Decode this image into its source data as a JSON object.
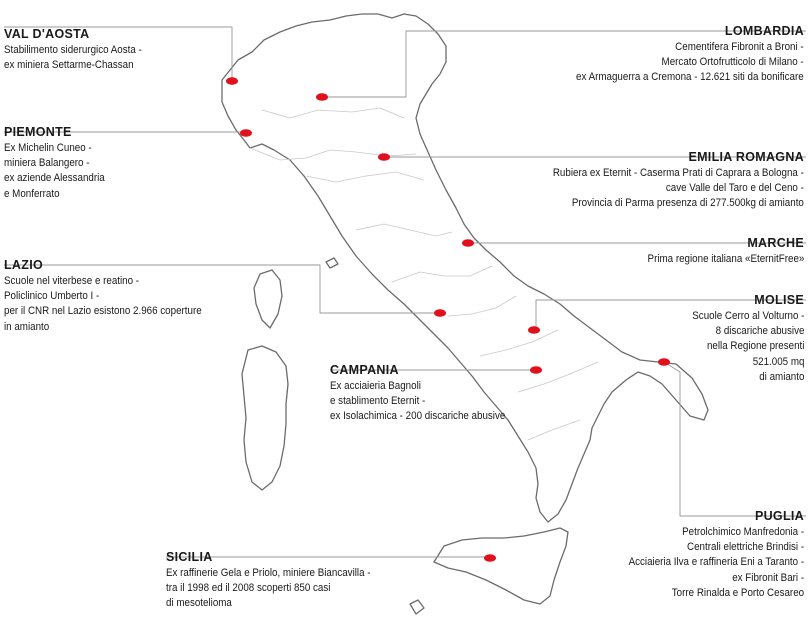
{
  "colors": {
    "marker": "#e0101d",
    "outline": "#6b6b6b",
    "leader": "#9a9a9a",
    "text": "#1a1a1a"
  },
  "icons": {
    "marker": "red-dot-marker"
  },
  "regions": {
    "valdaosta": {
      "name": "VAL D'AOSTA",
      "lines": [
        "Stabilimento siderurgico Aosta -",
        "ex miniera Settarme-Chassan"
      ]
    },
    "piemonte": {
      "name": "PIEMONTE",
      "lines": [
        "Ex Michelin Cuneo -",
        "miniera Balangero -",
        "ex aziende Alessandria",
        "e Monferrato"
      ]
    },
    "lazio": {
      "name": "LAZIO",
      "lines": [
        "Scuole nel viterbese e reatino -",
        "Policlinico Umberto I -",
        "per il CNR nel Lazio esistono 2.966 coperture",
        "in amianto"
      ]
    },
    "campania": {
      "name": "CAMPANIA",
      "lines": [
        "Ex acciaieria Bagnoli",
        "e stablimento Eternit -",
        "ex Isolachimica - 200 discariche abusive"
      ]
    },
    "sicilia": {
      "name": "SICILIA",
      "lines": [
        "Ex raffinerie Gela e Priolo, miniere Biancavilla -",
        "tra il 1998 ed il 2008 scoperti 850 casi",
        "di mesotelioma"
      ]
    },
    "lombardia": {
      "name": "LOMBARDIA",
      "lines": [
        "Cementifera Fibronit a Broni -",
        "Mercato Ortofrutticolo di Milano -",
        "ex Armaguerra a Cremona - 12.621 siti da bonificare"
      ]
    },
    "emilia": {
      "name": "EMILIA ROMAGNA",
      "lines": [
        "Rubiera ex Eternit - Caserma Prati di Caprara a Bologna -",
        "cave Valle del Taro e del Ceno -",
        "Provincia di Parma presenza di 277.500kg di amianto"
      ]
    },
    "marche": {
      "name": "MARCHE",
      "lines": [
        "Prima regione italiana «EternitFree»"
      ]
    },
    "molise": {
      "name": "MOLISE",
      "lines": [
        "Scuole Cerro al Volturno -",
        "8 discariche abusive",
        "nella Regione presenti",
        "521.005 mq",
        "di amianto"
      ]
    },
    "puglia": {
      "name": "PUGLIA",
      "lines": [
        "Petrolchimico Manfredonia -",
        "Centrali elettriche Brindisi -",
        "Acciaieria Ilva e raffineria Eni a Taranto -",
        "ex Fibronit Bari -",
        "Torre Rinalda e Porto Cesareo"
      ]
    }
  }
}
